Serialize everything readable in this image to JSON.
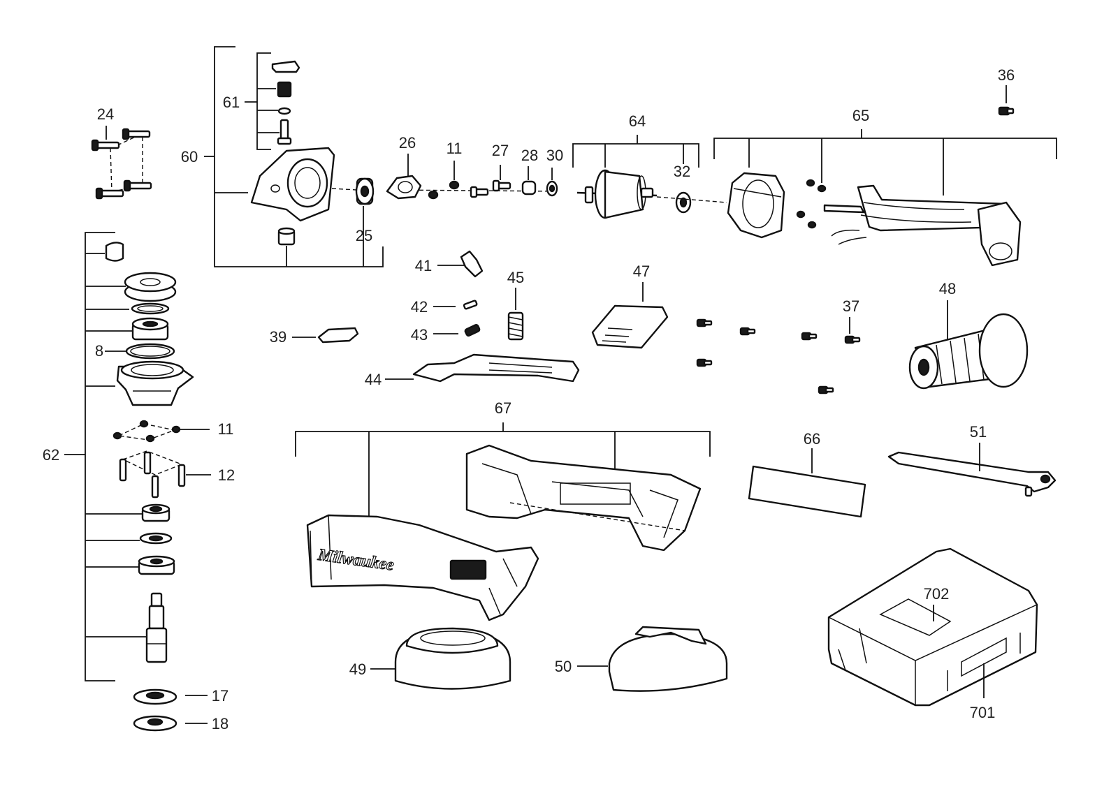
{
  "labels": {
    "p8": "8",
    "p11a": "11",
    "p11b": "11",
    "p12": "12",
    "p17": "17",
    "p18": "18",
    "p24": "24",
    "p25": "25",
    "p26": "26",
    "p27": "27",
    "p28": "28",
    "p30": "30",
    "p32": "32",
    "p36": "36",
    "p37": "37",
    "p39": "39",
    "p41": "41",
    "p42": "42",
    "p43": "43",
    "p44": "44",
    "p45": "45",
    "p47": "47",
    "p48": "48",
    "p49": "49",
    "p50": "50",
    "p51": "51",
    "p60": "60",
    "p61": "61",
    "p62": "62",
    "p64": "64",
    "p65": "65",
    "p66": "66",
    "p67": "67",
    "p701": "701",
    "p702": "702"
  },
  "brand_text": "Milwaukee"
}
